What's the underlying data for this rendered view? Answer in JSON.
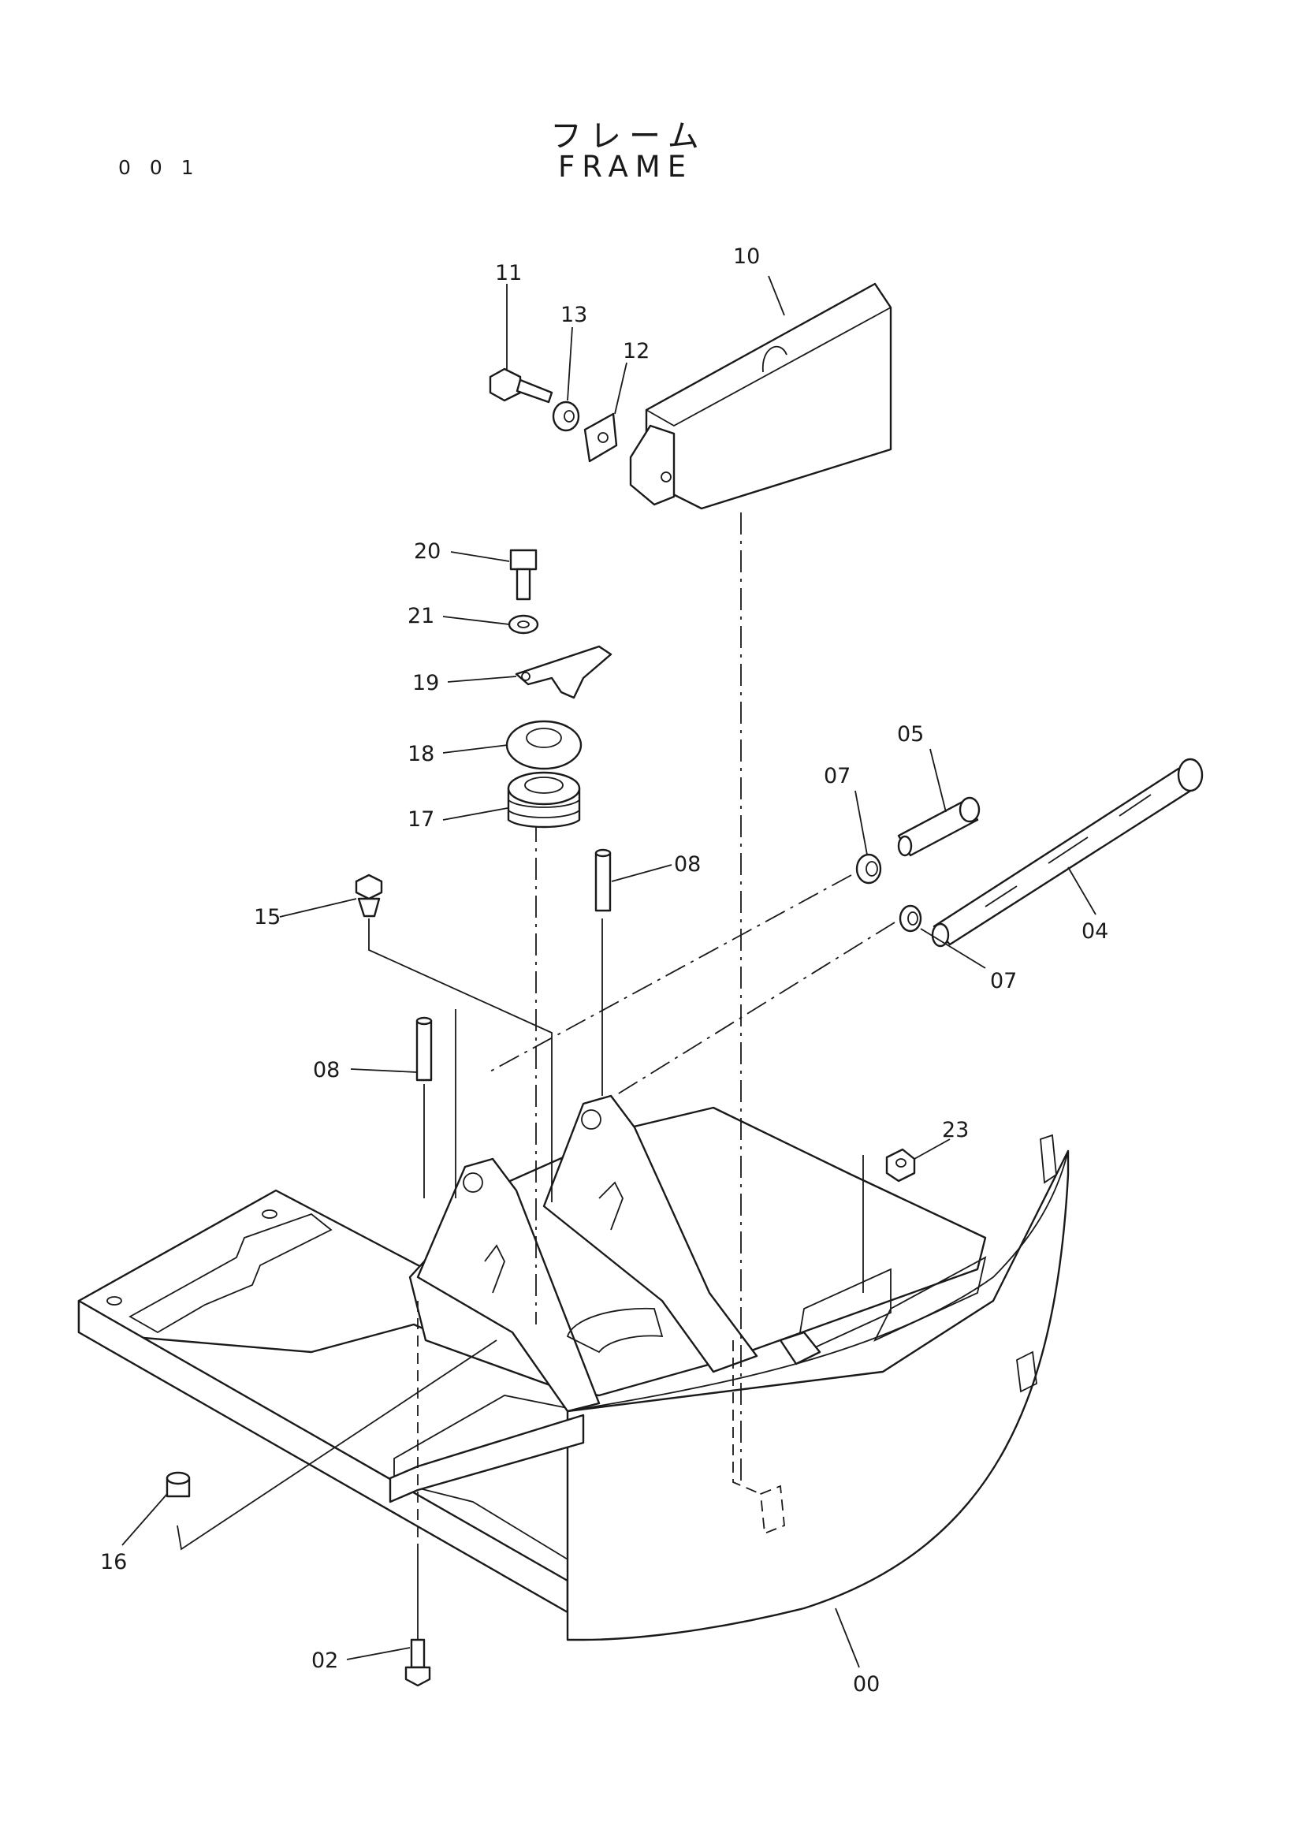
{
  "header": {
    "page_number": "0 0 1",
    "title_jp": "フレーム",
    "title_en": "FRAME"
  },
  "callouts": {
    "p00": "00",
    "p02": "02",
    "p04": "04",
    "p05": "05",
    "p07a": "07",
    "p07b": "07",
    "p08a": "08",
    "p08b": "08",
    "p10": "10",
    "p11": "11",
    "p12": "12",
    "p13": "13",
    "p15": "15",
    "p16": "16",
    "p17": "17",
    "p18": "18",
    "p19": "19",
    "p20": "20",
    "p21": "21",
    "p23": "23"
  },
  "colors": {
    "line": "#1a1a1a",
    "background": "#ffffff"
  }
}
